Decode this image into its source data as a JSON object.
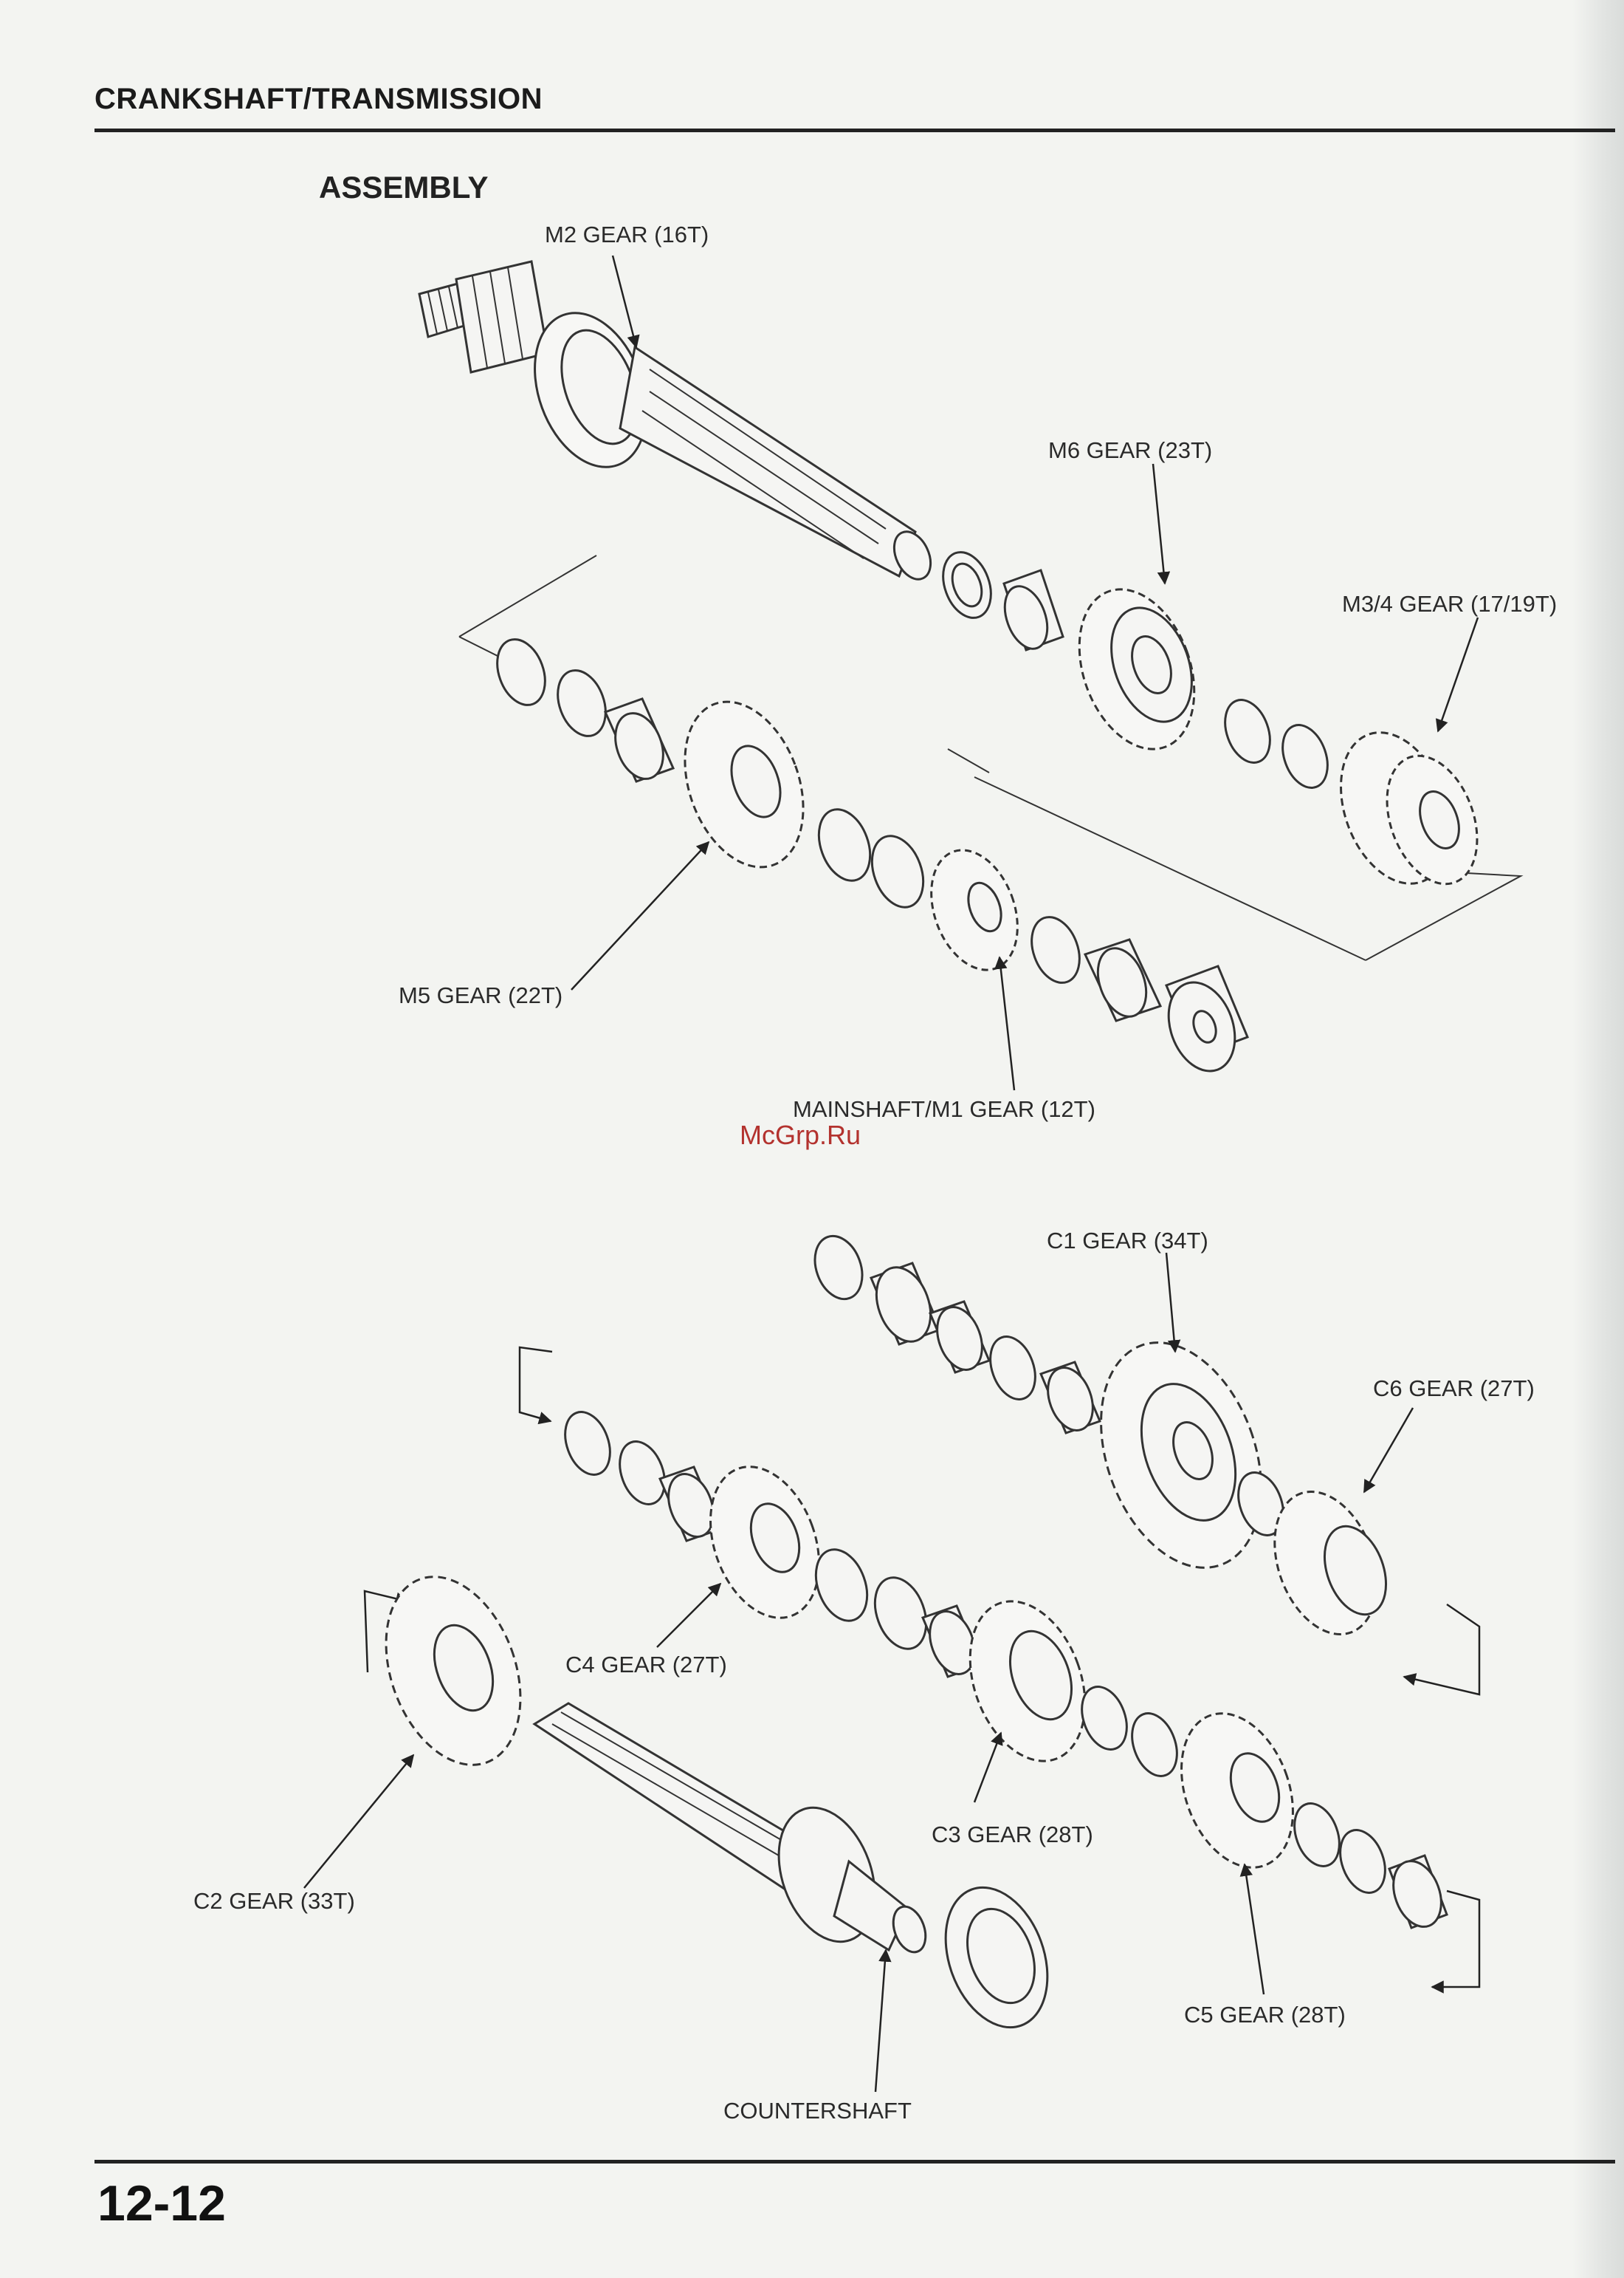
{
  "header": {
    "section_title": "CRANKSHAFT/TRANSMISSION",
    "subsection_title": "ASSEMBLY",
    "page_number": "12-12"
  },
  "watermark": "McGrp.Ru",
  "callouts": {
    "m2_gear": "M2 GEAR (16T)",
    "m6_gear": "M6 GEAR (23T)",
    "m34_gear": "M3/4 GEAR (17/19T)",
    "m5_gear": "M5 GEAR (22T)",
    "mainshaft_m1": "MAINSHAFT/M1 GEAR (12T)",
    "c1_gear": "C1 GEAR (34T)",
    "c6_gear": "C6 GEAR (27T)",
    "c4_gear": "C4 GEAR (27T)",
    "c3_gear": "C3 GEAR (28T)",
    "c2_gear": "C2 GEAR (33T)",
    "c5_gear": "C5 GEAR (28T)",
    "countershaft": "COUNTERSHAFT"
  }
}
